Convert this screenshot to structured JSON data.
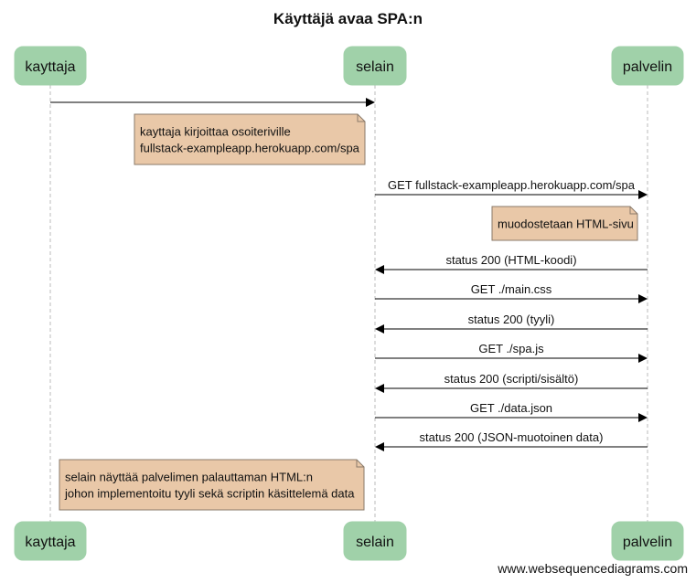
{
  "title": "Käyttäjä avaa SPA:n",
  "participants": [
    {
      "id": "kayttaja",
      "label": "kayttaja"
    },
    {
      "id": "selain",
      "label": "selain"
    },
    {
      "id": "palvelin",
      "label": "palvelin"
    }
  ],
  "steps": [
    {
      "kind": "message",
      "from": "kayttaja",
      "to": "selain",
      "label": ""
    },
    {
      "kind": "note",
      "near": "selain",
      "side": "left",
      "lines": [
        "kayttaja kirjoittaa osoiteriville",
        "fullstack-exampleapp.herokuapp.com/spa"
      ]
    },
    {
      "kind": "message",
      "from": "selain",
      "to": "palvelin",
      "label": "GET fullstack-exampleapp.herokuapp.com/spa"
    },
    {
      "kind": "note",
      "near": "palvelin",
      "side": "left",
      "lines": [
        "muodostetaan HTML-sivu"
      ]
    },
    {
      "kind": "message",
      "from": "palvelin",
      "to": "selain",
      "label": "status 200 (HTML-koodi)"
    },
    {
      "kind": "message",
      "from": "selain",
      "to": "palvelin",
      "label": "GET ./main.css"
    },
    {
      "kind": "message",
      "from": "palvelin",
      "to": "selain",
      "label": "status 200 (tyyli)"
    },
    {
      "kind": "message",
      "from": "selain",
      "to": "palvelin",
      "label": "GET ./spa.js"
    },
    {
      "kind": "message",
      "from": "palvelin",
      "to": "selain",
      "label": "status 200 (scripti/sisältö)"
    },
    {
      "kind": "message",
      "from": "selain",
      "to": "palvelin",
      "label": "GET ./data.json"
    },
    {
      "kind": "message",
      "from": "palvelin",
      "to": "selain",
      "label": "status 200 (JSON-muotoinen data)"
    },
    {
      "kind": "note",
      "near": "selain",
      "side": "left",
      "lines": [
        "selain näyttää palvelimen palauttaman HTML:n",
        "johon implementoitu tyyli sekä scriptin käsittelemä data"
      ]
    }
  ],
  "watermark": "www.websequencediagrams.com",
  "colors": {
    "participant_fill": "#a0d1a9",
    "note_fill": "#e9c8a8",
    "note_stroke": "#8a7a6a",
    "lifeline": "#bbbbbb",
    "line": "#000000",
    "text": "#111111"
  }
}
